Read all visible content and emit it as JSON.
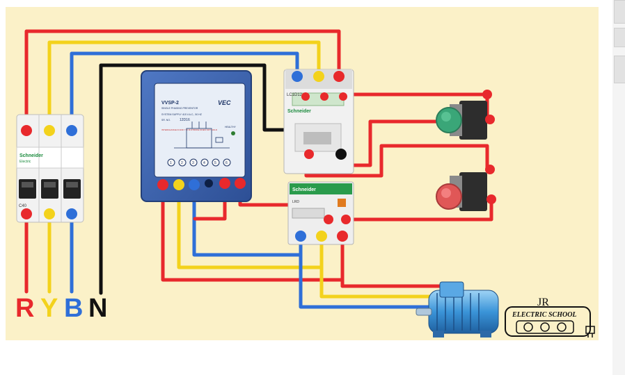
{
  "phase_labels": [
    "R",
    "Y",
    "B",
    "N"
  ],
  "colors": {
    "red": "#e8292c",
    "yellow": "#f3d21c",
    "blue": "#2f6fd8",
    "black": "#111111",
    "background": "#fbf1c8"
  },
  "mcb": {
    "brand": "Schneider",
    "brand_sub": "Electric",
    "rating": "C40"
  },
  "protector": {
    "model": "VVSP-2",
    "subtitle": "SINGLE PHASING PREVENTOR",
    "supply": "SYSTEM SUPPLY 415 V.A.C., 50 HZ",
    "serial_label": "SR. NO.",
    "serial": "12D16",
    "note": "INTERCHANGE R AND Y IF R-STROKE DOES NOT HOLD",
    "healthy": "HEALTHY",
    "brand": "VEC",
    "terminals": [
      "1",
      "2",
      "3",
      "4",
      "5",
      "6"
    ]
  },
  "contactor": {
    "model": "LC1D12",
    "brand": "Schneider"
  },
  "overload": {
    "model": "LRD",
    "brand": "Schneider"
  },
  "logo": {
    "initials": "JR",
    "text": "ELECTRIC SCHOOL"
  }
}
